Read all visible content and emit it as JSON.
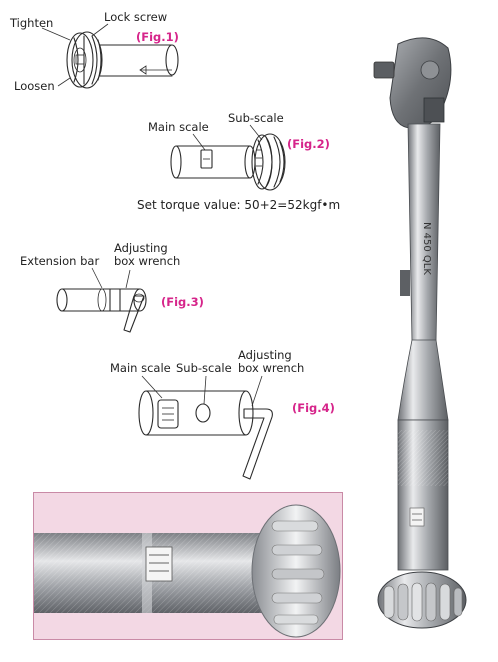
{
  "fig1": {
    "tighten": "Tighten",
    "lock_screw": "Lock screw",
    "loosen": "Loosen",
    "caption": "(Fig.1)"
  },
  "fig2": {
    "main_scale": "Main scale",
    "sub_scale": "Sub-scale",
    "caption": "(Fig.2)",
    "set_torque": "Set torque value: 50+2=52kgf•m"
  },
  "fig3": {
    "extension_bar": "Extension bar",
    "adjusting_line1": "Adjusting",
    "adjusting_line2": "box wrench",
    "caption": "(Fig.3)"
  },
  "fig4": {
    "main_scale": "Main scale",
    "sub_scale": "Sub-scale",
    "adjusting_line1": "Adjusting",
    "adjusting_line2": "box wrench",
    "caption": "(Fig.4)"
  },
  "wrench": {
    "model": "N 450 QLK"
  },
  "colors": {
    "caption": "#d6248a",
    "photo_background": "#f3d8e4",
    "metal": "#b9bcc0"
  }
}
